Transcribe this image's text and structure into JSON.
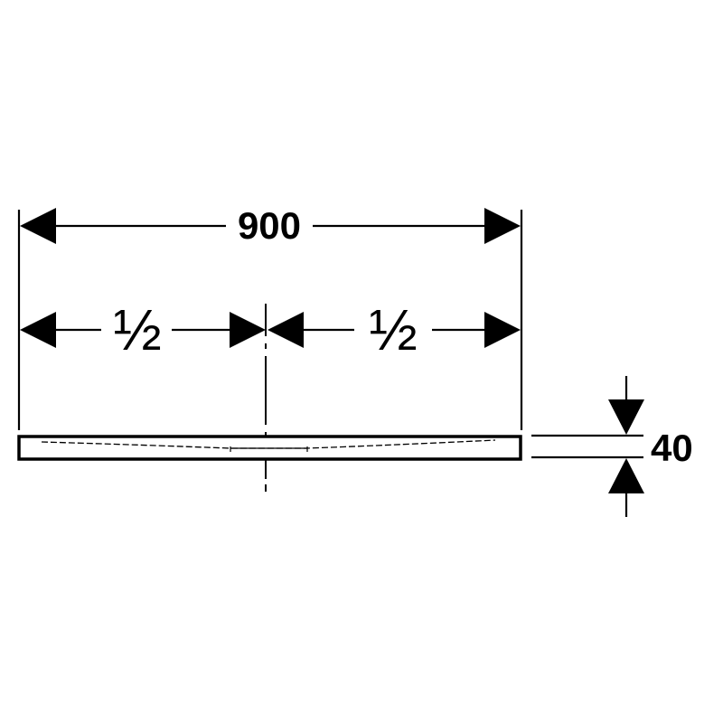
{
  "drawing": {
    "overall_width": "900",
    "half_left": "½",
    "half_right": "½",
    "thickness": "40",
    "line_color": "#000000",
    "background_color": "#ffffff"
  }
}
